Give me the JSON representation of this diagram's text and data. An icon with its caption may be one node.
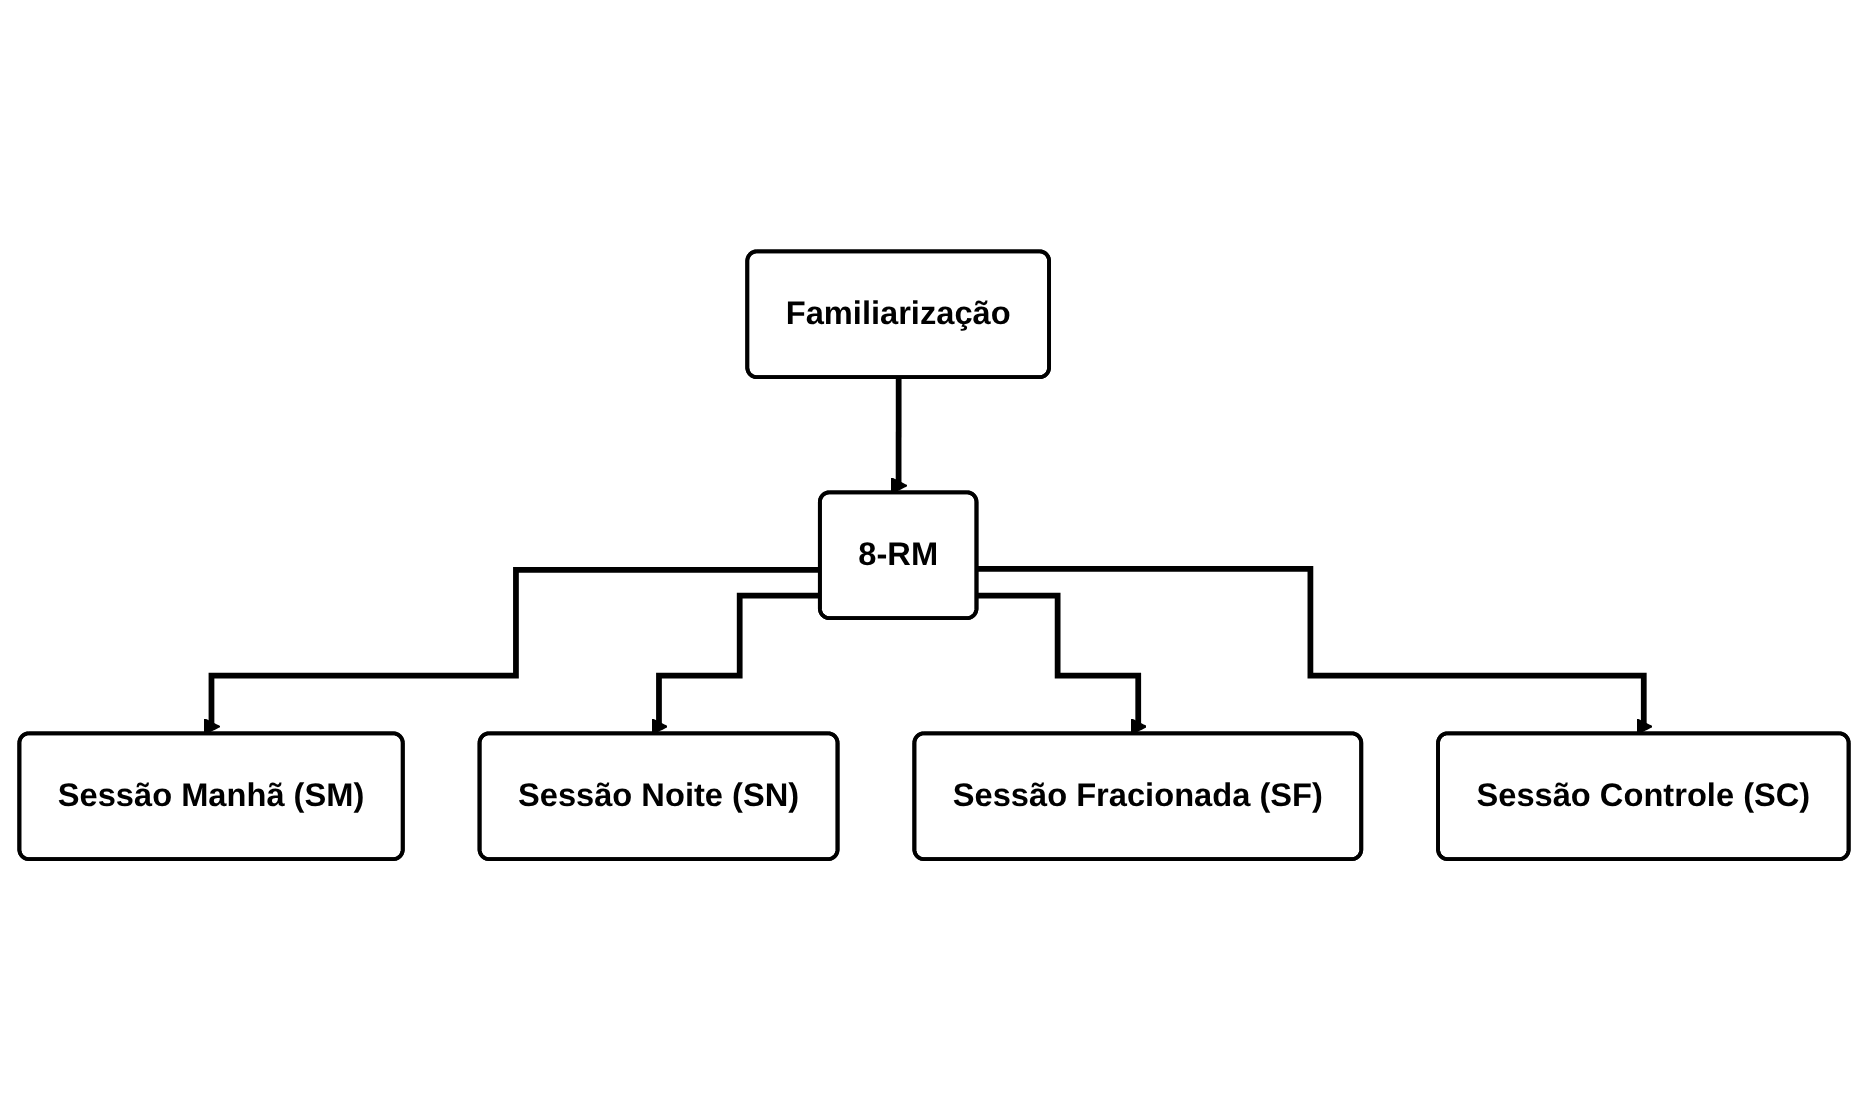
{
  "diagram": {
    "nodes": [
      {
        "text": [
          "Familiarização"
        ]
      },
      {
        "text": [
          "8-RM"
        ]
      },
      {
        "text": [
          "Sessão Manhã (SM)"
        ]
      },
      {
        "text": [
          "Sessão Noite (SN)"
        ]
      },
      {
        "text": [
          "Sessão Fracionada (SF)"
        ]
      },
      {
        "text": [
          "Sessão Controle (SC)"
        ]
      }
    ],
    "edges": [
      {
        "from": 0,
        "to": 1,
        "arrow": "to"
      },
      {
        "from": 1,
        "to": 2,
        "arrow": "to"
      },
      {
        "from": 1,
        "to": 3,
        "arrow": "to"
      },
      {
        "from": 1,
        "to": 4,
        "arrow": "to"
      },
      {
        "from": 1,
        "to": 5,
        "arrow": "to"
      }
    ]
  }
}
